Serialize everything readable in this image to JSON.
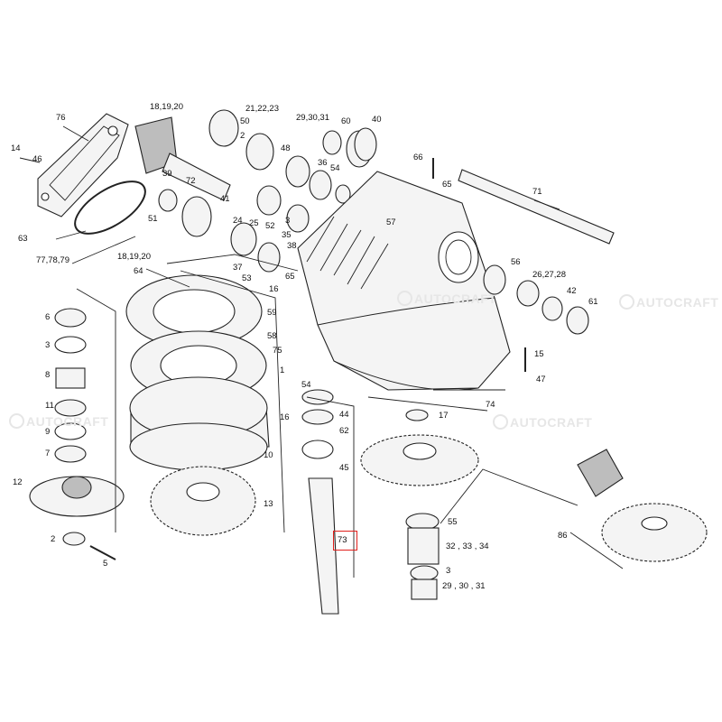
{
  "diagram": {
    "callouts": {
      "c76": "76",
      "c14": "14",
      "c46": "46",
      "c18a": "18,19,20",
      "c21": "21,22,23",
      "c50": "50",
      "c29a": "29,30,31",
      "c60": "60",
      "c40": "40",
      "c2a": "2",
      "c39": "39",
      "c48": "48",
      "c36": "36",
      "c54": "54",
      "c63": "63",
      "c51": "51",
      "c41": "41",
      "c72": "72",
      "c66": "66",
      "c65": "65",
      "c71": "71",
      "c77": "77,78,79",
      "c24": "24",
      "c25": "25",
      "c52": "52",
      "c35": "35",
      "c3a": "3",
      "c38": "38",
      "c57": "57",
      "c18b": "18,19,20",
      "c37": "37",
      "c64": "64",
      "c53": "53",
      "c65b": "65",
      "c16": "16",
      "c56": "56",
      "c26": "26,27,28",
      "c42": "42",
      "c61": "61",
      "c6": "6",
      "c3b": "3",
      "c59": "59",
      "c58": "58",
      "c75": "75",
      "c8": "8",
      "c15": "15",
      "c47": "47",
      "c1": "1",
      "c11": "11",
      "c9": "9",
      "c7": "7",
      "c54b": "54",
      "c44": "44",
      "c62": "62",
      "c45": "45",
      "c74": "74",
      "c17": "17",
      "c10": "10",
      "c12": "12",
      "c13": "13",
      "c2b": "2",
      "c5": "5",
      "c73": "73",
      "c55": "55",
      "c32": "32 , 33 , 34",
      "c3c": "3",
      "c29b": "29 , 30 , 31",
      "c86": "86"
    },
    "watermark": "AUTOCRAFT",
    "highlight_color": "#e0201c"
  }
}
